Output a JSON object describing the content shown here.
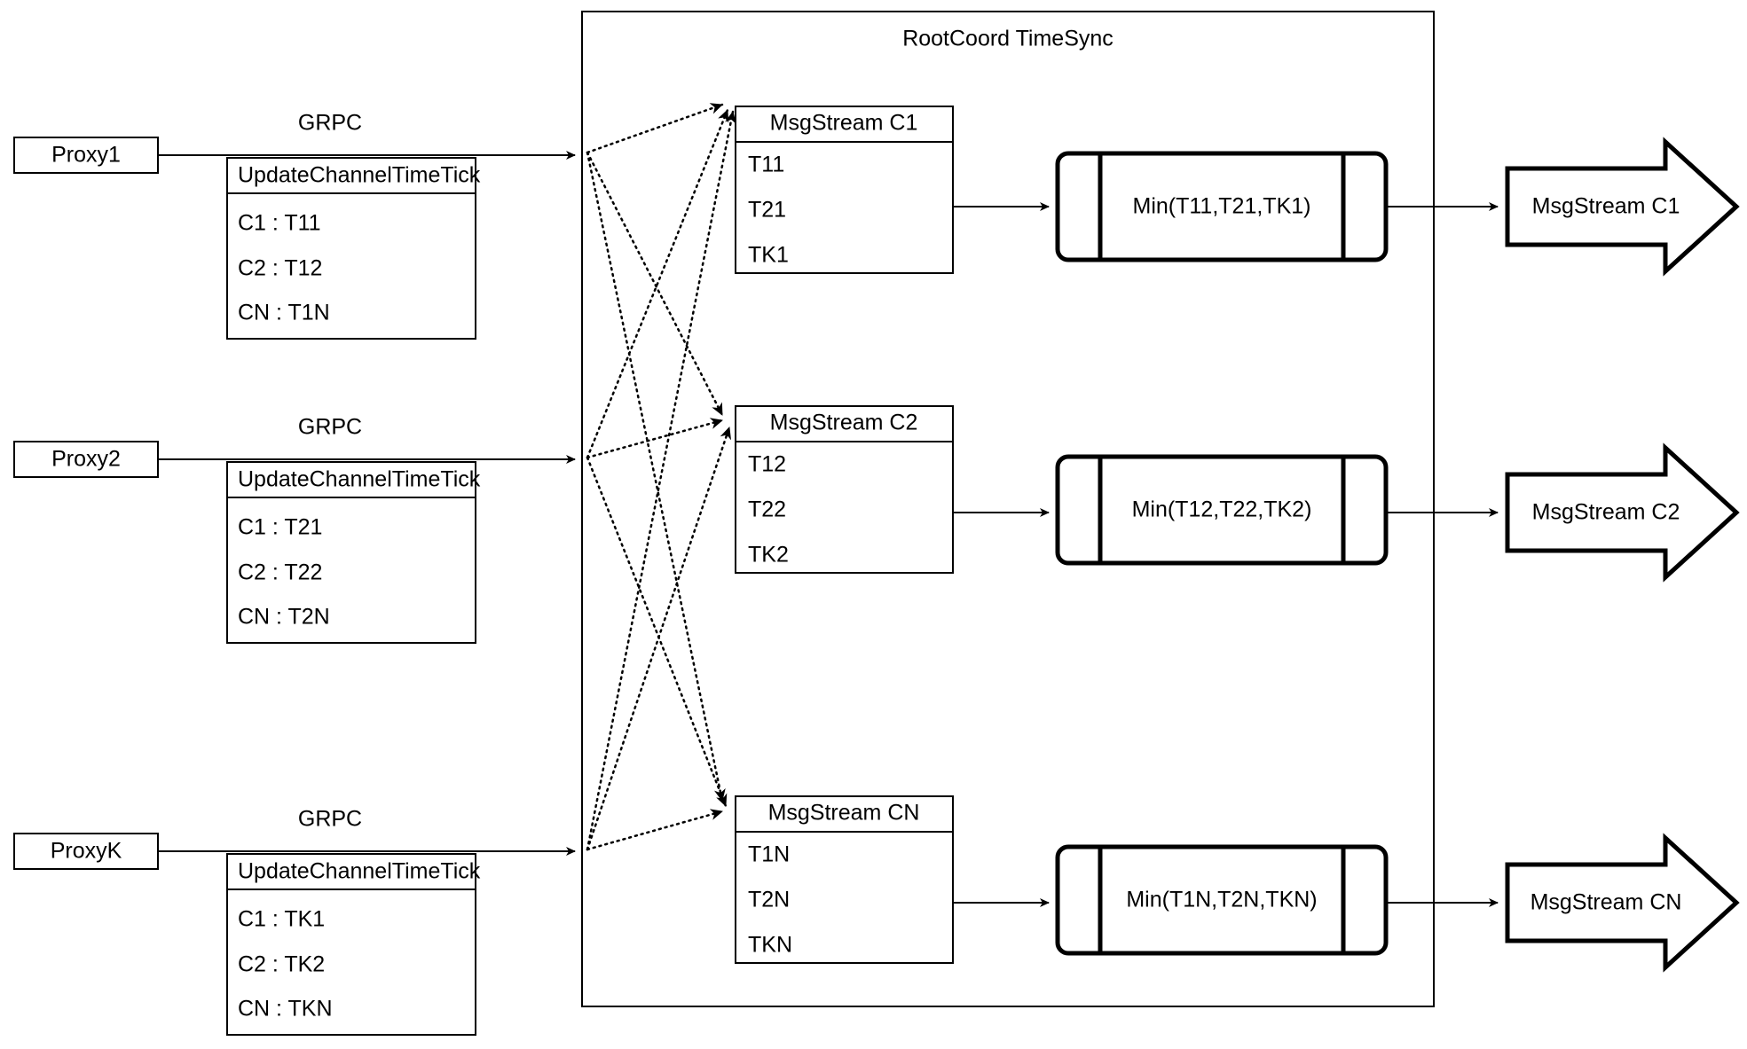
{
  "diagram": {
    "container_title": "RootCoord TimeSync",
    "rows": [
      {
        "proxy": "Proxy1",
        "link_label": "GRPC",
        "tick_header": "UpdateChannelTimeTick",
        "tick_rows": [
          "C1 :  T11",
          "C2 :  T12",
          "CN : T1N"
        ],
        "msgstream_header": "MsgStream C1",
        "msgstream_rows": [
          "T11",
          "T21",
          "TK1"
        ],
        "min_label": "Min(T11,T21,TK1)",
        "output_label": "MsgStream C1"
      },
      {
        "proxy": "Proxy2",
        "link_label": "GRPC",
        "tick_header": "UpdateChannelTimeTick",
        "tick_rows": [
          "C1 :  T21",
          "C2 :  T22",
          "CN : T2N"
        ],
        "msgstream_header": "MsgStream C2",
        "msgstream_rows": [
          "T12",
          "T22",
          "TK2"
        ],
        "min_label": "Min(T12,T22,TK2)",
        "output_label": "MsgStream C2"
      },
      {
        "proxy": "ProxyK",
        "link_label": "GRPC",
        "tick_header": "UpdateChannelTimeTick",
        "tick_rows": [
          "C1 :  TK1",
          "C2 :  TK2",
          "CN : TKN"
        ],
        "msgstream_header": "MsgStream CN",
        "msgstream_rows": [
          "T1N",
          "T2N",
          "TKN"
        ],
        "min_label": "Min(T1N,T2N,TKN)",
        "output_label": "MsgStream CN"
      }
    ],
    "colors": {
      "stroke": "#000000",
      "fill": "#ffffff"
    }
  }
}
